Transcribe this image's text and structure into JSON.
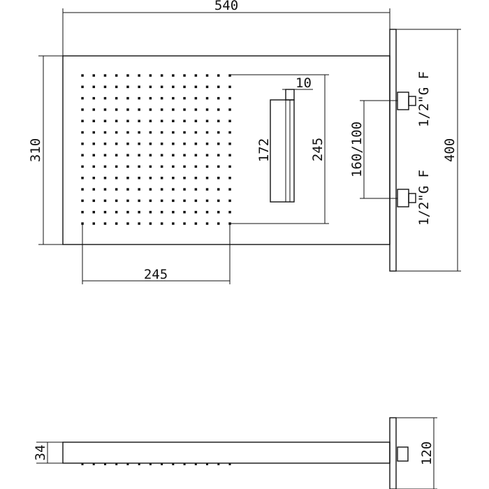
{
  "dimensions": {
    "overall_width": "540",
    "panel_height": "310",
    "mounting_height": "400",
    "nozzle_area_width": "245",
    "nozzle_area_height": "245",
    "waterfall_length": "172",
    "waterfall_width": "10",
    "inlet_spacing": "160/100",
    "profile_thickness": "34",
    "mount_height": "120"
  },
  "connections": {
    "top_inlet": "1/2\"G F",
    "bottom_inlet": "1/2\"G F"
  },
  "nozzle_grid": {
    "columns": 14,
    "rows": 14
  },
  "side_nozzles": 14
}
